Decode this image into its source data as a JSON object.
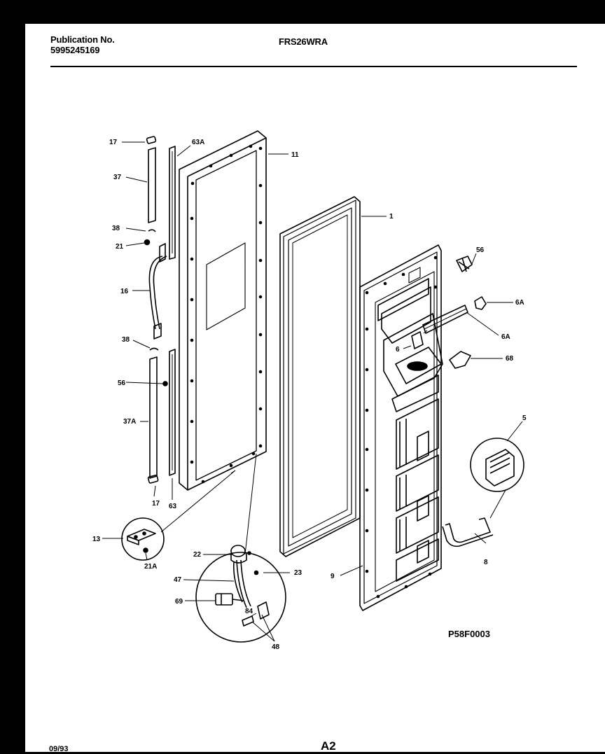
{
  "header": {
    "publication_label": "Publication No.",
    "publication_number": "5995245169",
    "model": "FRS26WRA"
  },
  "footer": {
    "diagram_code": "P58F0003",
    "date": "09/93",
    "page": "A2"
  },
  "callouts": {
    "c17a": "17",
    "c63a": "63A",
    "c11": "11",
    "c37": "37",
    "c38a": "38",
    "c21": "21",
    "c16": "16",
    "c38b": "38",
    "c56a": "56",
    "c37a": "37A",
    "c17b": "17",
    "c63": "63",
    "c1": "1",
    "c56b": "56",
    "c6a1": "6A",
    "c6a2": "6A",
    "c6": "6",
    "c68": "68",
    "c5": "5",
    "c8": "8",
    "c9": "9",
    "c13": "13",
    "c21a": "21A",
    "c22": "22",
    "c23": "23",
    "c47": "47",
    "c69": "69",
    "c84": "84",
    "c48": "48"
  }
}
